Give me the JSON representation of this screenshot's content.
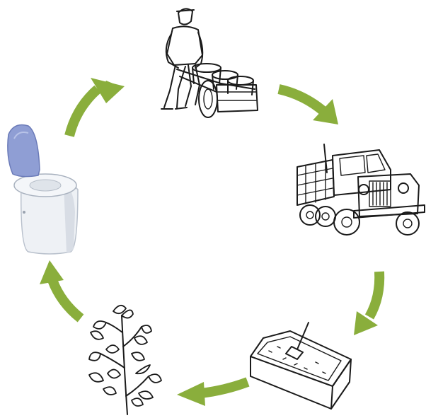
{
  "diagram": {
    "kind": "cycle",
    "stages": [
      {
        "id": "toilet",
        "icon": "composting-toilet-icon"
      },
      {
        "id": "cart",
        "icon": "worker-with-cart-icon"
      },
      {
        "id": "truck",
        "icon": "truck-icon"
      },
      {
        "id": "compost",
        "icon": "compost-bin-icon"
      },
      {
        "id": "plant",
        "icon": "plant-icon"
      }
    ],
    "arrow_direction": "clockwise"
  },
  "colors": {
    "arrow": "#8aae3c",
    "ink": "#1a1a1a",
    "toilet_lid": "#8f9ed4",
    "toilet_body": "#eef1f5"
  }
}
